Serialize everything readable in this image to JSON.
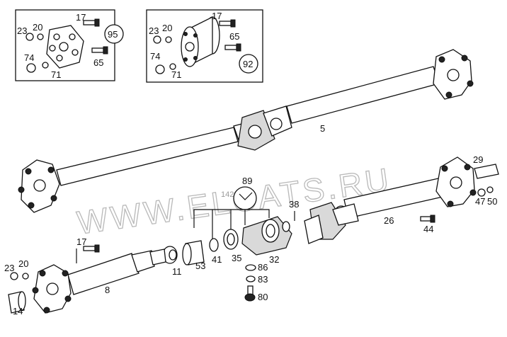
{
  "watermark": "WWW.ELCATS.RU",
  "reference_code": "1420023",
  "inset_left": {
    "badge": "95",
    "labels": [
      "17",
      "20",
      "23",
      "74",
      "71",
      "65"
    ]
  },
  "inset_right": {
    "badge": "92",
    "labels": [
      "17",
      "23",
      "20",
      "65",
      "74",
      "71"
    ]
  },
  "callouts": {
    "p5": "5",
    "p29": "29",
    "p89": "89",
    "p38": "38",
    "p26": "26",
    "p47": "47",
    "p50": "50",
    "p44": "44",
    "p17": "17",
    "p23": "23",
    "p20": "20",
    "p14": "14",
    "p8": "8",
    "p11": "11",
    "p53": "53",
    "p41": "41",
    "p35": "35",
    "p32": "32",
    "p86": "86",
    "p83": "83",
    "p80": "80"
  }
}
